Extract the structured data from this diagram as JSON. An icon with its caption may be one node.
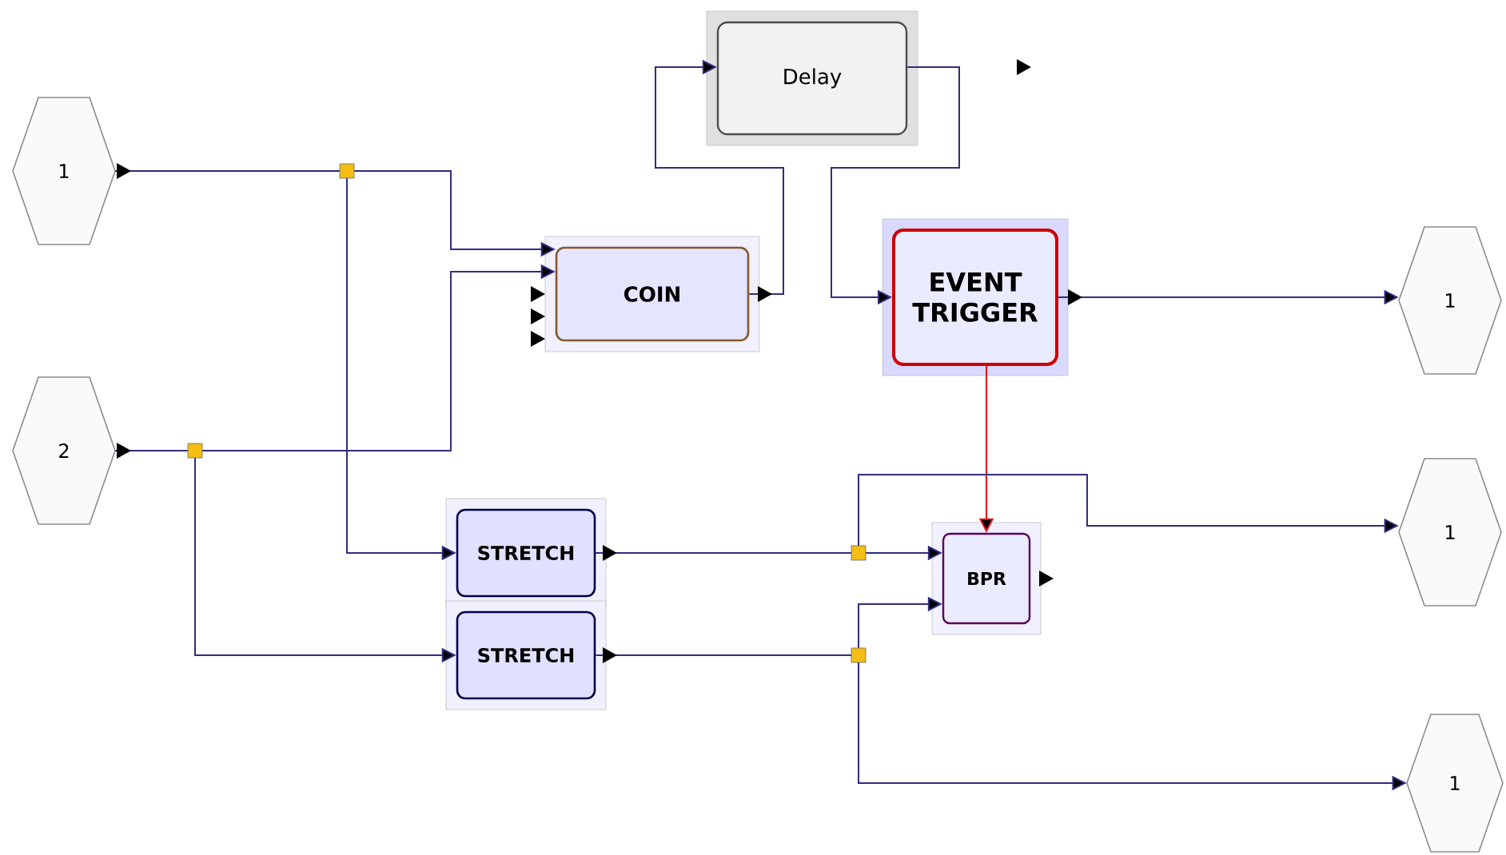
{
  "diagram": {
    "nodes": [
      {
        "text": [
          "1"
        ]
      },
      {
        "text": [
          "2"
        ]
      },
      {
        "text": [
          "Delay"
        ]
      },
      {
        "text": [
          "COIN"
        ]
      },
      {
        "text": [
          "EVENT TRIGGER"
        ]
      },
      {
        "text": [
          "STRETCH"
        ]
      },
      {
        "text": [
          "STRETCH"
        ]
      },
      {
        "text": [
          "BPR"
        ]
      },
      {
        "text": [
          "1"
        ]
      },
      {
        "text": [
          "1"
        ]
      },
      {
        "text": [
          "1"
        ]
      }
    ],
    "edges": [
      {
        "from": 0,
        "to": 3,
        "arrow": "to"
      },
      {
        "from": 0,
        "to": 5,
        "arrow": "to"
      },
      {
        "from": 1,
        "to": 3,
        "arrow": "to"
      },
      {
        "from": 1,
        "to": 6,
        "arrow": "to"
      },
      {
        "from": 3,
        "to": 2,
        "arrow": "to"
      },
      {
        "from": 2,
        "to": 4,
        "arrow": "to"
      },
      {
        "from": 4,
        "to": 8,
        "arrow": "to"
      },
      {
        "from": 4,
        "to": 7,
        "arrow": "to",
        "color": "#ee1111"
      },
      {
        "from": 5,
        "to": 7,
        "arrow": "to"
      },
      {
        "from": 5,
        "to": 9,
        "arrow": "to"
      },
      {
        "from": 6,
        "to": 7,
        "arrow": "to"
      },
      {
        "from": 6,
        "to": 10,
        "arrow": "to"
      }
    ]
  }
}
